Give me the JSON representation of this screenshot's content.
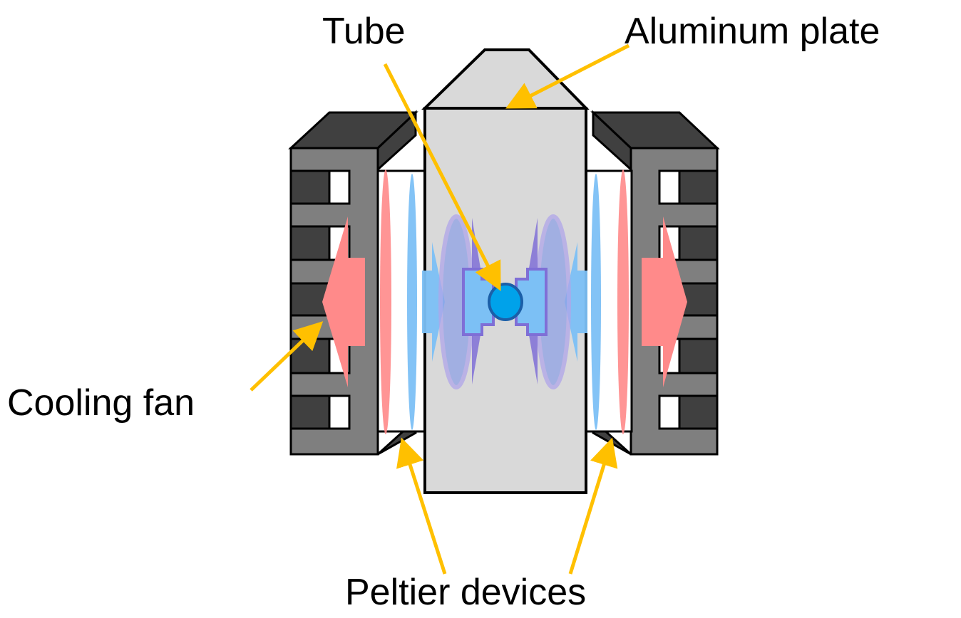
{
  "labels": {
    "tube": "Tube",
    "aluminum_plate": "Aluminum plate",
    "cooling_fan": "Cooling fan",
    "peltier_devices": "Peltier devices"
  },
  "colors": {
    "heatsink_face": "#7f7f7f",
    "heatsink_shadow": "#404040",
    "aluminum": "#d9d9d9",
    "outline": "#000000",
    "hot_side": "#ff8a8a",
    "cold_side": "#7cc0f5",
    "cold_wave": "#8fa2e6",
    "wave_outline": "#7f6fd6",
    "tube_fill": "#00a2ea",
    "tube_outline": "#1b5fa8",
    "pointer": "#ffc000"
  }
}
